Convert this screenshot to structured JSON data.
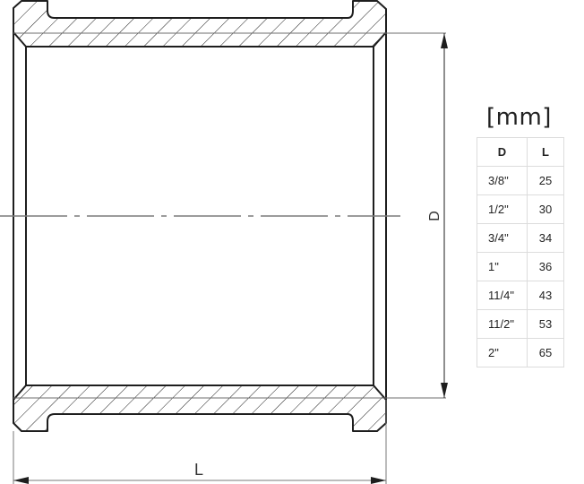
{
  "drawing": {
    "subject": "pipe-coupling-section",
    "dimension_labels": {
      "length": "L",
      "diameter": "D"
    },
    "colors": {
      "line": "#1e1e1e",
      "thin_line": "#6e6e6e",
      "background": "#ffffff",
      "table_border": "#dcdcdc"
    }
  },
  "table": {
    "unit": "[mm]",
    "headers": {
      "d": "D",
      "l": "L"
    },
    "rows": [
      {
        "d": "3/8\"",
        "l": "25"
      },
      {
        "d": "1/2\"",
        "l": "30"
      },
      {
        "d": "3/4\"",
        "l": "34"
      },
      {
        "d": "1\"",
        "l": "36"
      },
      {
        "d": "11/4\"",
        "l": "43"
      },
      {
        "d": "11/2\"",
        "l": "53"
      },
      {
        "d": "2\"",
        "l": "65"
      }
    ]
  }
}
